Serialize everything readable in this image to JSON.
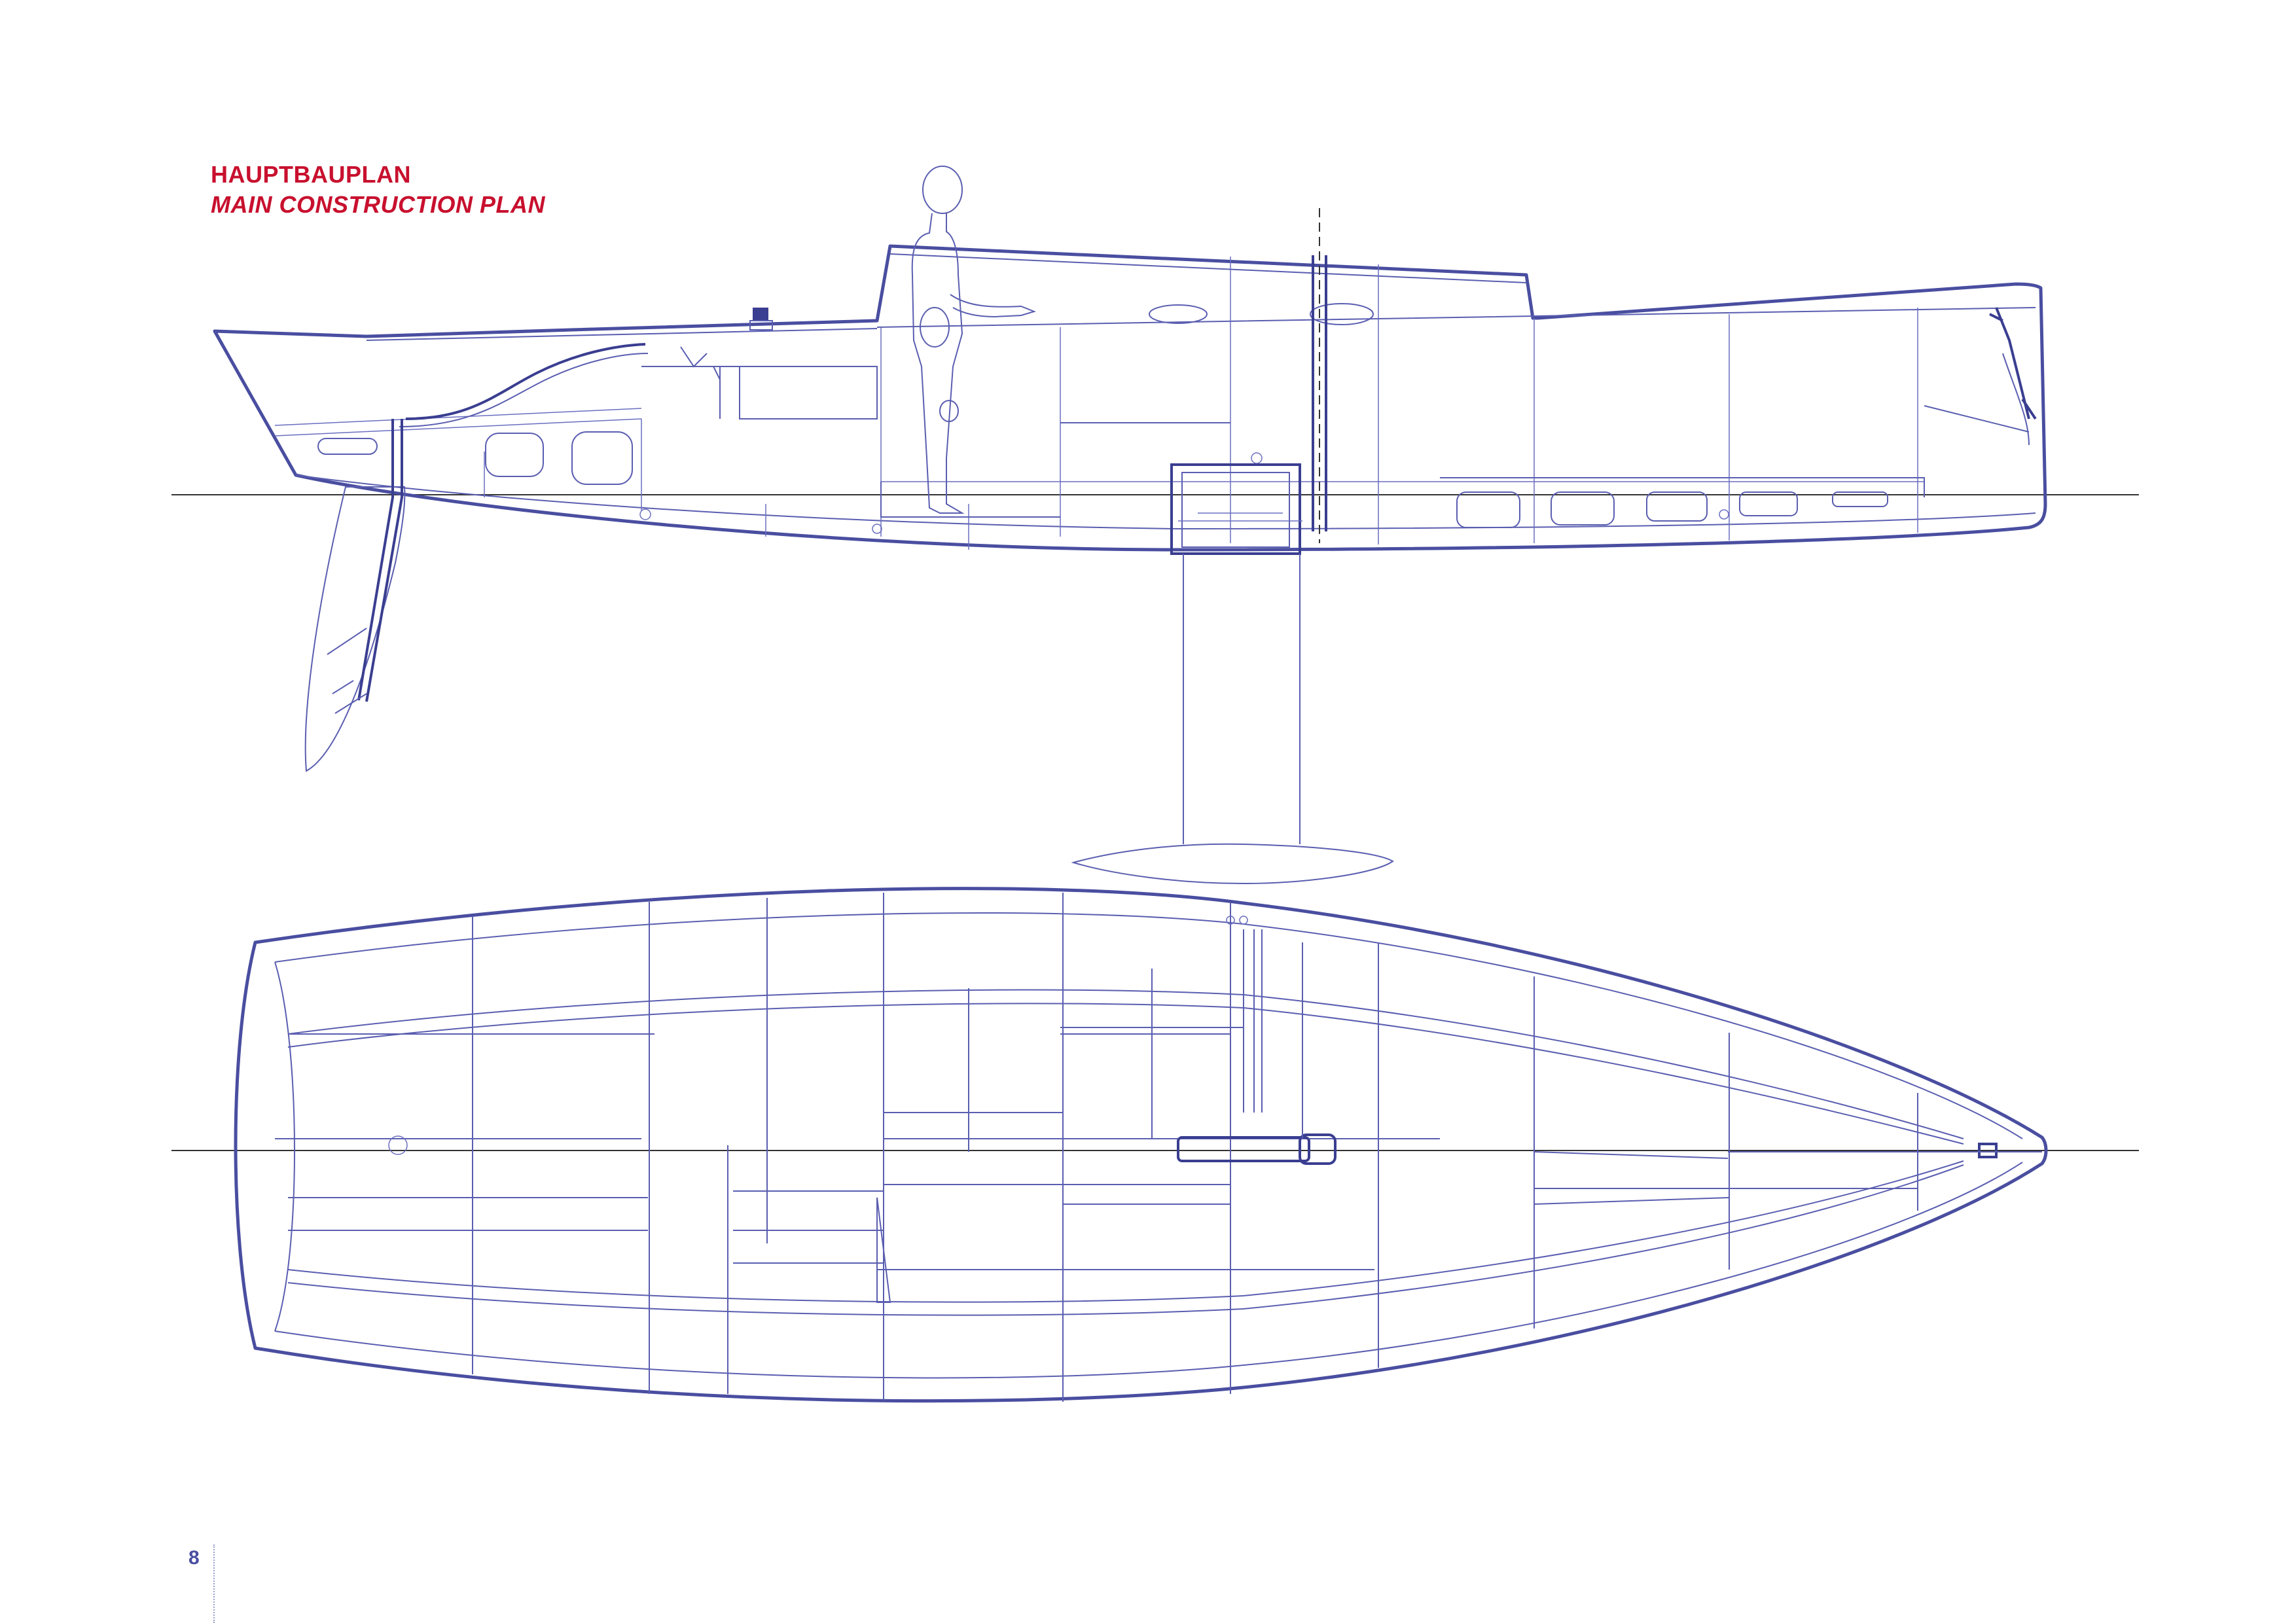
{
  "header": {
    "title_de": "HAUPTBAUPLAN",
    "title_en": "MAIN CONSTRUCTION PLAN"
  },
  "footer": {
    "page_number": "8"
  },
  "colors": {
    "title": "#c8102e",
    "drawing": "#4a4ea0",
    "background": "#ffffff"
  },
  "drawings": [
    "side-profile-view",
    "plan-view-from-above",
    "keel-section"
  ]
}
